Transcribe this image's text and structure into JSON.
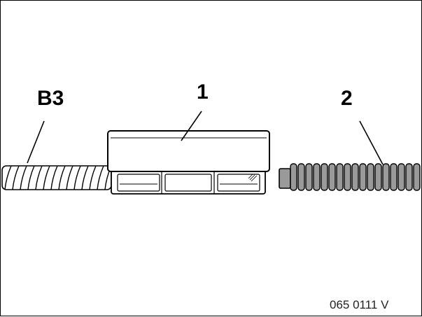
{
  "labels": {
    "b3": "B3",
    "one": "1",
    "two": "2"
  },
  "figure_code": "065 0111 V",
  "colors": {
    "line": "#000000",
    "hose_right_fill": "#9a9a9a",
    "hose_left_fill": "#ffffff"
  }
}
